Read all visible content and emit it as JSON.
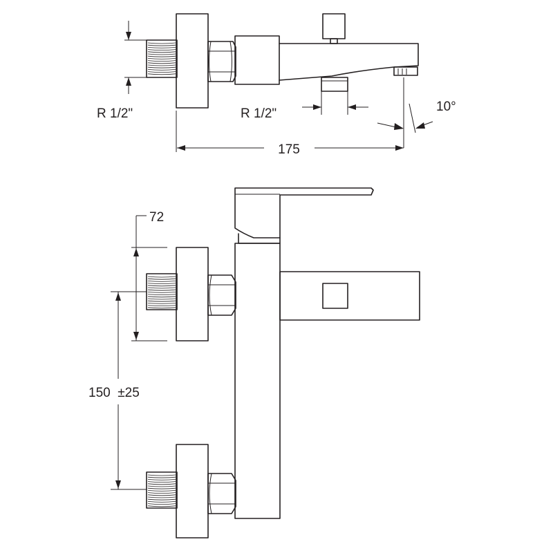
{
  "dimensions": {
    "thread_inlet": "R 1/2\"",
    "thread_outlet": "R 1/2\"",
    "spout_angle": "10°",
    "overall_length": "175",
    "wall_projection": "72",
    "inlet_centers": "150  ±25"
  },
  "colors": {
    "line": "#231f20",
    "background": "#ffffff"
  }
}
